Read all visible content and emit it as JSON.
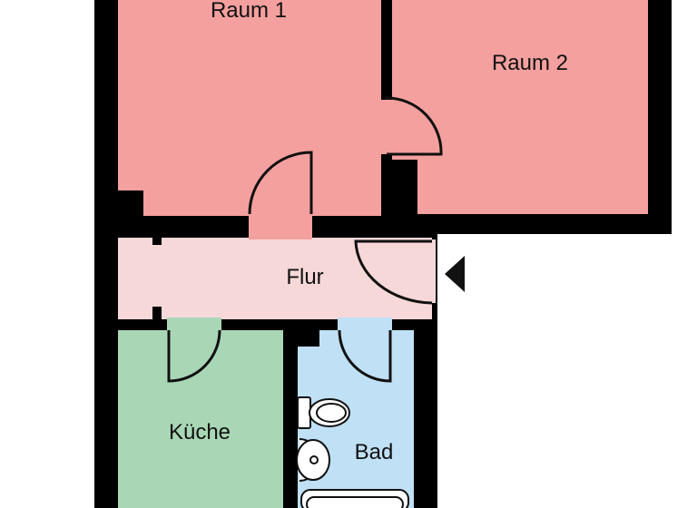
{
  "rooms": {
    "raum1": {
      "label": "Raum 1",
      "color": "#f4a09e"
    },
    "raum2": {
      "label": "Raum 2",
      "color": "#f4a09e"
    },
    "flur": {
      "label": "Flur",
      "color": "#f6d8d9"
    },
    "kueche": {
      "label": "Küche",
      "color": "#a9d7b6"
    },
    "bad": {
      "label": "Bad",
      "color": "#bfe0f5"
    }
  },
  "colors": {
    "wall": "#000000",
    "background": "#ffffff",
    "line": "#111111"
  },
  "icons": [
    "entrance-arrow-icon",
    "toilet-icon",
    "sink-icon",
    "bathtub-icon"
  ]
}
